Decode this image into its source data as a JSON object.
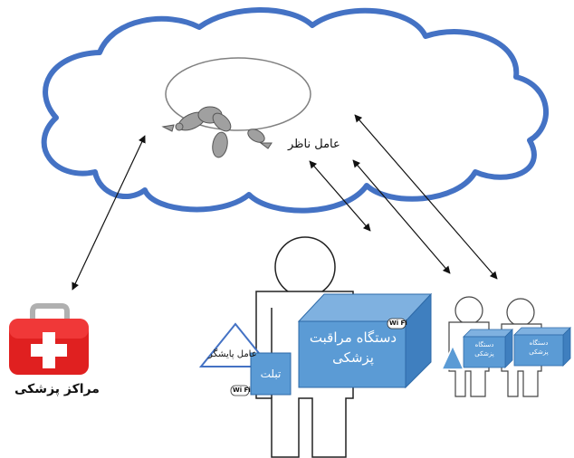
{
  "labels": {
    "monitor_agent": "عامل ناظر",
    "medical_centers": "مراکز پزشکی",
    "care_device": "دستگاه مراقبت پزشکی",
    "tracking_agent": "عامل پایشگر",
    "tablet": "تبلت",
    "small_device": "دستگاه پزشکی",
    "wifi": "Wi Fi"
  },
  "colors": {
    "cloud_stroke": "#4472c4",
    "box_fill": "#5b9bd5",
    "box_stroke": "#2e6aa8",
    "kit_red": "#e02020"
  }
}
